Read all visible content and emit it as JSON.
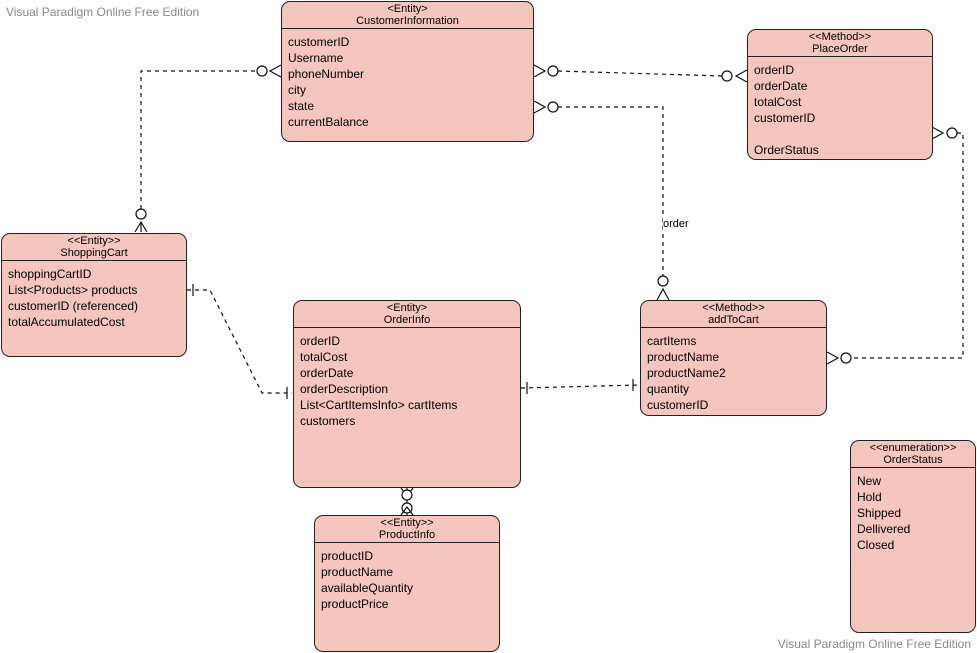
{
  "watermark": {
    "top": "Visual Paradigm Online Free Edition",
    "bottom": "Visual Paradigm Online Free Edition"
  },
  "entities": {
    "customer_information": {
      "stereotype": "<Entity>",
      "name": "CustomerInformation",
      "attributes": [
        "customerID",
        "Username",
        "phoneNumber",
        "city",
        "state",
        "currentBalance"
      ]
    },
    "place_order": {
      "stereotype": "<<Method>>",
      "name": "PlaceOrder",
      "attributes": [
        "orderID",
        "orderDate",
        "totalCost",
        "customerID",
        "",
        "OrderStatus"
      ]
    },
    "shopping_cart": {
      "stereotype": "<<Entity>>",
      "name": "ShoppingCart",
      "attributes": [
        "shoppingCartID",
        "List<Products> products",
        "customerID (referenced)",
        "totalAccumulatedCost"
      ]
    },
    "order_info": {
      "stereotype": "<Entity>",
      "name": "OrderInfo",
      "attributes": [
        "orderID",
        "totalCost",
        "orderDate",
        "orderDescription",
        "List<CartItemsInfo> cartItems",
        "customers"
      ]
    },
    "add_to_cart": {
      "stereotype": "<<Method>>",
      "name": "addToCart",
      "attributes": [
        "cartItems",
        "productName",
        "productName2",
        "quantity",
        "customerID"
      ]
    },
    "product_info": {
      "stereotype": "<<Entity>>",
      "name": "ProductInfo",
      "attributes": [
        "productID",
        "productName",
        "availableQuantity",
        "productPrice"
      ]
    },
    "order_status": {
      "stereotype": "<<enumeration>>",
      "name": "OrderStatus",
      "attributes": [
        "New",
        "Hold",
        "Shipped",
        "Dellivered",
        "Closed"
      ]
    }
  },
  "connector_labels": {
    "order": "order"
  },
  "colors": {
    "entity_fill": "#f5c6bd",
    "border": "#222222",
    "watermark": "#888888"
  }
}
